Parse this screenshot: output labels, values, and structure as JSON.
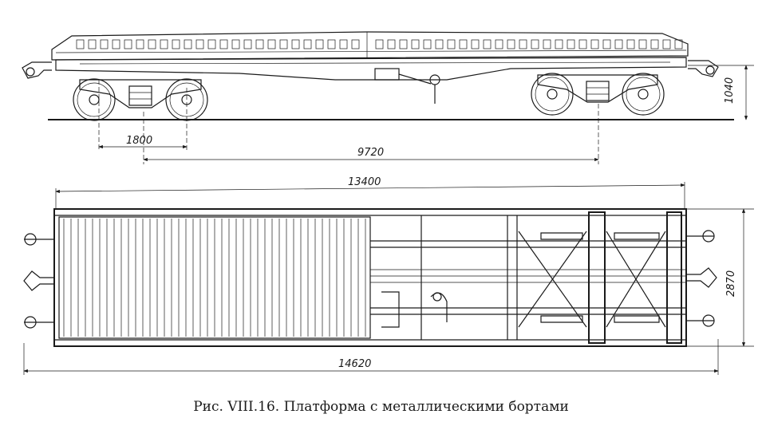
{
  "dimensions": {
    "bogie_wheelbase": "1800",
    "bogie_centers": "9720",
    "frame_length": "13400",
    "coupler_length": "14620",
    "deck_height": "1040",
    "width": "2870"
  },
  "caption": "Рис. VIII.16. Платформа с металлическими бортами"
}
